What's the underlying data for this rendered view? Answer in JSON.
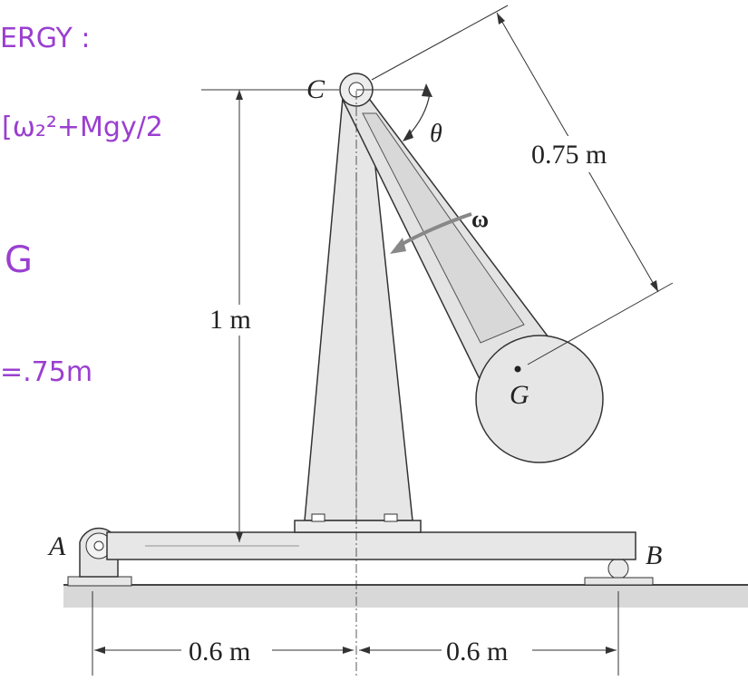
{
  "labels": {
    "point_c": "C",
    "point_a": "A",
    "point_b": "B",
    "center_g": "G",
    "angle": "θ",
    "angular_velocity": "ω",
    "dim_arm": "0.75 m",
    "dim_height": "1 m",
    "dim_left": "0.6 m",
    "dim_right": "0.6 m"
  },
  "handwritten_notes": [
    "ERGY :",
    "[ω₂²+Mgy/2",
    "G",
    "=.75m"
  ],
  "colors": {
    "ink": "#222222",
    "structure_fill": "#e9e9e9",
    "ground": "#cfcfcf",
    "handwriting": "#9a3fd0"
  }
}
